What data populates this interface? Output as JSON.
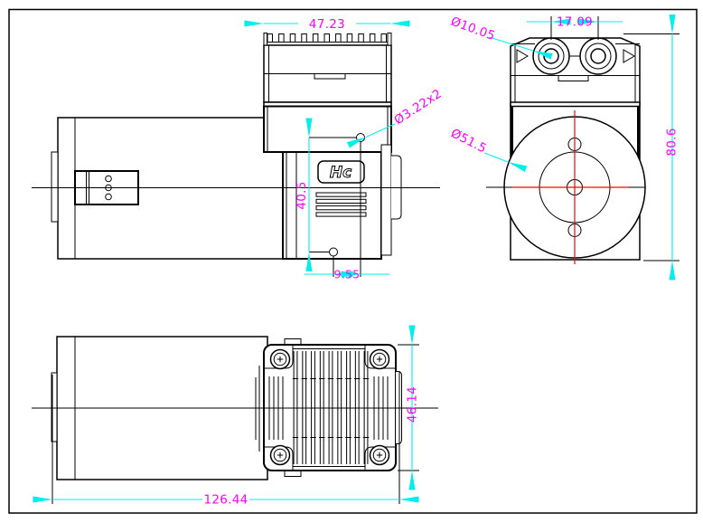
{
  "drawing": {
    "logo": "Hc",
    "colors": {
      "line": "#000000",
      "dimension_line": "#00eeee",
      "dimension_text": "#ff00ff",
      "centerline": "#ff0000",
      "background": "#ffffff"
    },
    "dims": {
      "top_width": "47.23",
      "mount_hole": "Ø3.22x2",
      "mount_height": "40.5",
      "mount_offset": "9.55",
      "port_spacing": "17.09",
      "port_diameter": "Ø10.05",
      "head_diameter": "Ø51.5",
      "overall_height": "80.6",
      "head_width": "46.14",
      "overall_length": "126.44"
    }
  }
}
